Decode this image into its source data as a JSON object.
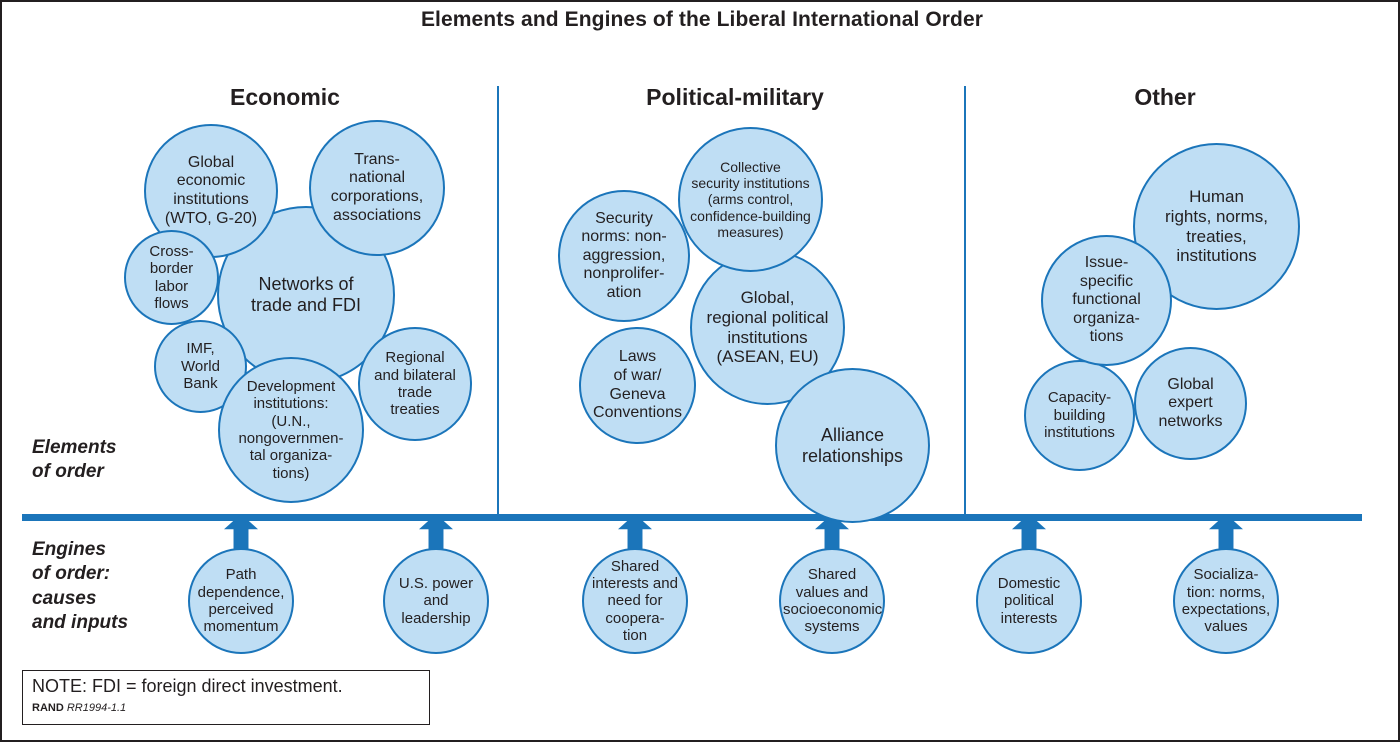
{
  "title": "Elements and Engines of the Liberal International Order",
  "colors": {
    "bubble_fill": "#bfdef4",
    "bubble_stroke": "#1b75ba",
    "rule": "#1b75ba",
    "text": "#231f20",
    "page_border": "#231f20"
  },
  "columns": [
    {
      "label": "Economic"
    },
    {
      "label": "Political-military"
    },
    {
      "label": "Other"
    }
  ],
  "row_labels": {
    "elements": "Elements\nof order",
    "engines": "Engines\nof order:\ncauses\nand inputs"
  },
  "elements": {
    "economic": [
      {
        "text": "Global\neconomic\ninstitutions\n(WTO, G-20)"
      },
      {
        "text": "Trans-\nnational\ncorporations,\nassociations"
      },
      {
        "text": "Cross-\nborder\nlabor\nflows"
      },
      {
        "text": "Networks of\ntrade and FDI"
      },
      {
        "text": "IMF,\nWorld\nBank"
      },
      {
        "text": "Development\ninstitutions:\n(U.N.,\nnongovernmen-\ntal organiza-\ntions)"
      },
      {
        "text": "Regional\nand bilateral\ntrade\ntreaties"
      }
    ],
    "political_military": [
      {
        "text": "Collective\nsecurity institutions\n(arms control,\nconfidence-building\nmeasures)"
      },
      {
        "text": "Security\nnorms: non-\naggression,\nnonprolifer-\nation"
      },
      {
        "text": "Global,\nregional political\ninstitutions\n(ASEAN, EU)"
      },
      {
        "text": "Laws\nof war/\nGeneva\nConventions"
      },
      {
        "text": "Alliance\nrelationships"
      }
    ],
    "other": [
      {
        "text": "Human\nrights, norms,\ntreaties,\ninstitutions"
      },
      {
        "text": "Issue-\nspecific\nfunctional\norganiza-\ntions"
      },
      {
        "text": "Capacity-\nbuilding\ninstitutions"
      },
      {
        "text": "Global\nexpert\nnetworks"
      }
    ]
  },
  "engines": [
    {
      "text": "Path\ndependence,\nperceived\nmomentum"
    },
    {
      "text": "U.S. power\nand\nleadership"
    },
    {
      "text": "Shared\ninterests and\nneed for\ncoopera-\ntion"
    },
    {
      "text": "Shared\nvalues and\nsocioeconomic\nsystems"
    },
    {
      "text": "Domestic\npolitical\ninterests"
    },
    {
      "text": "Socializa-\ntion: norms,\nexpectations,\nvalues"
    }
  ],
  "note": {
    "text": "NOTE: FDI = foreign direct investment.",
    "credit_prefix": "RAND",
    "credit_id": "RR1994-1.1"
  }
}
